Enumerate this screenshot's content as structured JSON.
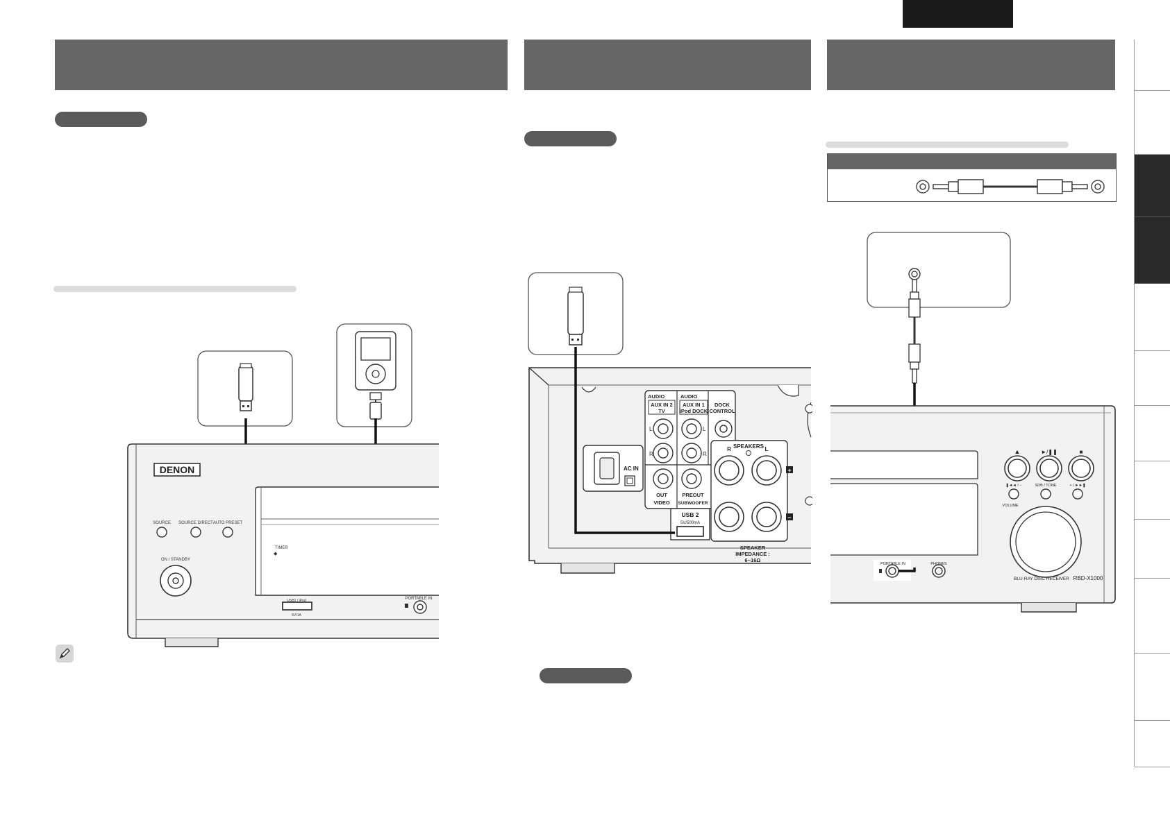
{
  "front_panel": {
    "brand": "DENON",
    "buttons": [
      "SOURCE",
      "SOURCE DIRECT",
      "AUTO PRESET"
    ],
    "power_label": "ON / STANDBY",
    "timer_label": "TIMER",
    "usb_port_label": "USB1 / iPod",
    "usb_port_rating": "5V/1A",
    "portable_in_label": "PORTABLE IN"
  },
  "rear_panel": {
    "audio_label_1": "AUDIO",
    "audio_label_2": "AUDIO",
    "aux2_label": "AUX IN 2",
    "aux2_sub": "TV",
    "aux1_label": "AUX IN 1",
    "aux1_sub": "iPod DOCK",
    "dock_label_1": "DOCK",
    "dock_label_2": "CONTROL",
    "channel_l": "L",
    "channel_r": "R",
    "ac_in_label": "AC IN",
    "video_out_1": "OUT",
    "video_out_2": "VIDEO",
    "preout_1": "PREOUT",
    "preout_2": "SUBWOOFER",
    "usb2_label": "USB 2",
    "usb2_rating": "5V/500mA",
    "speakers_label": "SPEAKERS",
    "spk_r": "R",
    "spk_l": "L",
    "plus": "+",
    "minus": "−",
    "impedance_1": "SPEAKER",
    "impedance_2": "IMPEDANCE :",
    "impedance_3": "6~16Ω"
  },
  "receiver": {
    "eject_symbol": "▲",
    "play_symbol": "►/❚❚",
    "stop_symbol": "■",
    "skip_back": "❚◄◄ / −",
    "sdb_tone": "SDB / TONE",
    "skip_fwd": "+ / ►►❚",
    "volume": "VOLUME",
    "portable_in": "PORTABLE IN",
    "phones": "PHONES",
    "model_desc": "BLU-RAY DISC RECEIVER",
    "model": "RBD-X1000"
  }
}
